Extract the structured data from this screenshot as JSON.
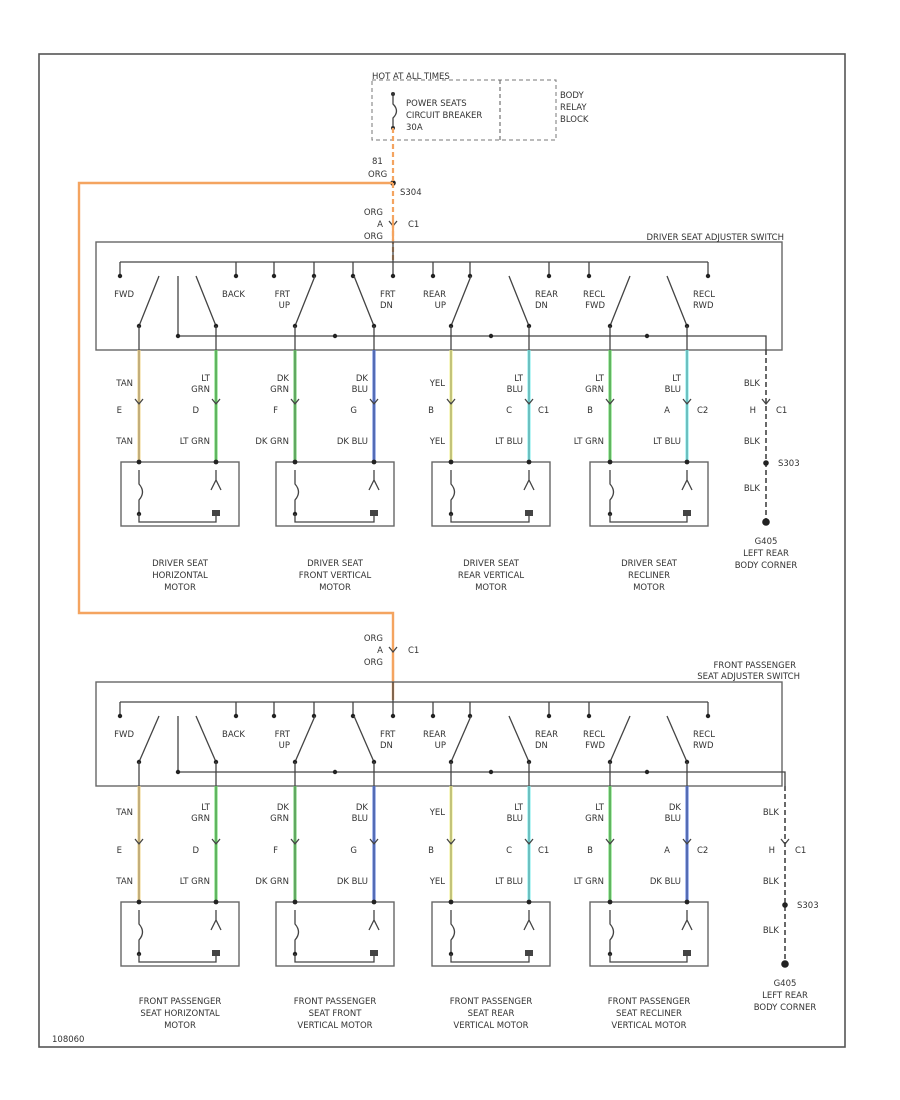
{
  "fuse": {
    "header": "HOT AT ALL TIMES",
    "lines": [
      "POWER SEATS",
      "CIRCUIT BREAKER",
      "30A"
    ],
    "block": [
      "BODY",
      "RELAY",
      "BLOCK"
    ],
    "wire_num": "81",
    "wire_color": "ORG",
    "splice": "S304"
  },
  "driver": {
    "entry_color": "ORG",
    "entry_pin": "A",
    "entry_conn": "C1",
    "entry_color2": "ORG",
    "switch_title": "DRIVER SEAT ADJUSTER SWITCH",
    "switch_labels": [
      [
        "FWD",
        ""
      ],
      [
        "BACK",
        ""
      ],
      [
        "FRT",
        "UP"
      ],
      [
        "FRT",
        "DN"
      ],
      [
        "REAR",
        "UP"
      ],
      [
        "REAR",
        "DN"
      ],
      [
        "RECL",
        "FWD"
      ],
      [
        "RECL",
        "RWD"
      ]
    ],
    "wires_top": [
      [
        "TAN",
        ""
      ],
      [
        "LT",
        "GRN"
      ],
      [
        "DK",
        "GRN"
      ],
      [
        "DK",
        "BLU"
      ],
      [
        "YEL",
        ""
      ],
      [
        "LT",
        "BLU"
      ],
      [
        "LT",
        "GRN"
      ],
      [
        "LT",
        "BLU"
      ]
    ],
    "pins": [
      "E",
      "D",
      "F",
      "G",
      "B",
      "C",
      "B",
      "A"
    ],
    "conns": [
      "C1",
      "C2"
    ],
    "wires_bottom": [
      "TAN",
      "LT GRN",
      "DK GRN",
      "DK BLU",
      "YEL",
      "LT BLU",
      "LT GRN",
      "LT BLU"
    ],
    "motors": [
      [
        "DRIVER SEAT",
        "HORIZONTAL",
        "MOTOR"
      ],
      [
        "DRIVER SEAT",
        "FRONT VERTICAL",
        "MOTOR"
      ],
      [
        "DRIVER SEAT",
        "REAR VERTICAL",
        "MOTOR"
      ],
      [
        "DRIVER SEAT",
        "RECLINER",
        "MOTOR"
      ]
    ],
    "ground": {
      "c1": "BLK",
      "pin": "H",
      "conn": "C1",
      "c2": "BLK",
      "splice": "S303",
      "c3": "BLK",
      "label": [
        "G405",
        "LEFT REAR",
        "BODY CORNER"
      ]
    }
  },
  "passenger": {
    "entry_color": "ORG",
    "entry_pin": "A",
    "entry_conn": "C1",
    "entry_color2": "ORG",
    "switch_title": [
      "FRONT PASSENGER",
      "SEAT ADJUSTER SWITCH"
    ],
    "switch_labels": [
      [
        "FWD",
        ""
      ],
      [
        "BACK",
        ""
      ],
      [
        "FRT",
        "UP"
      ],
      [
        "FRT",
        "DN"
      ],
      [
        "REAR",
        "UP"
      ],
      [
        "REAR",
        "DN"
      ],
      [
        "RECL",
        "FWD"
      ],
      [
        "RECL",
        "RWD"
      ]
    ],
    "wires_top": [
      [
        "TAN",
        ""
      ],
      [
        "LT",
        "GRN"
      ],
      [
        "DK",
        "GRN"
      ],
      [
        "DK",
        "BLU"
      ],
      [
        "YEL",
        ""
      ],
      [
        "LT",
        "BLU"
      ],
      [
        "LT",
        "GRN"
      ],
      [
        "DK",
        "BLU"
      ]
    ],
    "pins": [
      "E",
      "D",
      "F",
      "G",
      "B",
      "C",
      "B",
      "A"
    ],
    "conns": [
      "C1",
      "C2"
    ],
    "wires_bottom": [
      "TAN",
      "LT GRN",
      "DK GRN",
      "DK BLU",
      "YEL",
      "LT BLU",
      "LT GRN",
      "DK BLU"
    ],
    "motors": [
      [
        "FRONT PASSENGER",
        "SEAT HORIZONTAL",
        "MOTOR"
      ],
      [
        "FRONT PASSENGER",
        "SEAT FRONT",
        "VERTICAL MOTOR"
      ],
      [
        "FRONT PASSENGER",
        "SEAT REAR",
        "VERTICAL MOTOR"
      ],
      [
        "FRONT PASSENGER",
        "SEAT RECLINER",
        "VERTICAL MOTOR"
      ]
    ],
    "ground": {
      "c1": "BLK",
      "pin": "H",
      "conn": "C1",
      "c2": "BLK",
      "splice": "S303",
      "c3": "BLK",
      "label": [
        "G405",
        "LEFT REAR",
        "BODY CORNER"
      ]
    }
  },
  "footer_code": "108060",
  "colors": {
    "orange": "#f4a460",
    "TAN": "#f2d58a",
    "LT GRN": "#66dd66",
    "DK GRN": "#66cc66",
    "DK BLU": "#5577dd",
    "YEL": "#f2f28a",
    "LT BLU": "#77eeee"
  }
}
